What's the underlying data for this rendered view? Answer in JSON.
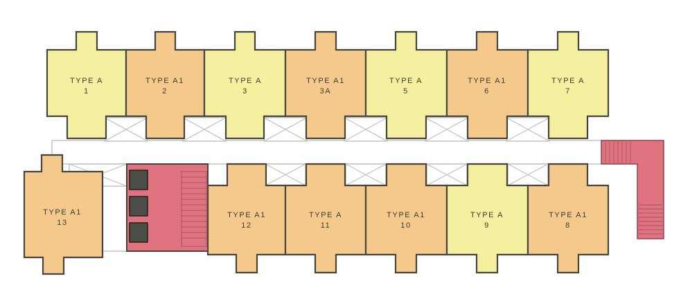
{
  "figure": {
    "kind": "apartment-floor-plan"
  },
  "colors": {
    "yellow": "#F4F0A0",
    "orange": "#F5C98C",
    "red": "#DF7380",
    "elevator": "#4D4D48"
  },
  "top_row_units": [
    {
      "type_label": "TYPE A",
      "number": "1",
      "fill": "#F4F0A0"
    },
    {
      "type_label": "TYPE A1",
      "number": "2",
      "fill": "#F5C98C"
    },
    {
      "type_label": "TYPE A",
      "number": "3",
      "fill": "#F4F0A0"
    },
    {
      "type_label": "TYPE A1",
      "number": "3A",
      "fill": "#F5C98C"
    },
    {
      "type_label": "TYPE A",
      "number": "5",
      "fill": "#F4F0A0"
    },
    {
      "type_label": "TYPE A1",
      "number": "6",
      "fill": "#F5C98C"
    },
    {
      "type_label": "TYPE A",
      "number": "7",
      "fill": "#F4F0A0"
    }
  ],
  "bottom_row_units": [
    {
      "type_label": "TYPE A1",
      "number": "13",
      "fill": "#F5C98C"
    },
    {
      "type_label": "TYPE A1",
      "number": "12",
      "fill": "#F5C98C"
    },
    {
      "type_label": "TYPE A",
      "number": "11",
      "fill": "#F5C98C"
    },
    {
      "type_label": "TYPE A1",
      "number": "10",
      "fill": "#F5C98C"
    },
    {
      "type_label": "TYPE A",
      "number": "9",
      "fill": "#F4F0A0"
    },
    {
      "type_label": "TYPE A1",
      "number": "8",
      "fill": "#F5C98C"
    }
  ]
}
